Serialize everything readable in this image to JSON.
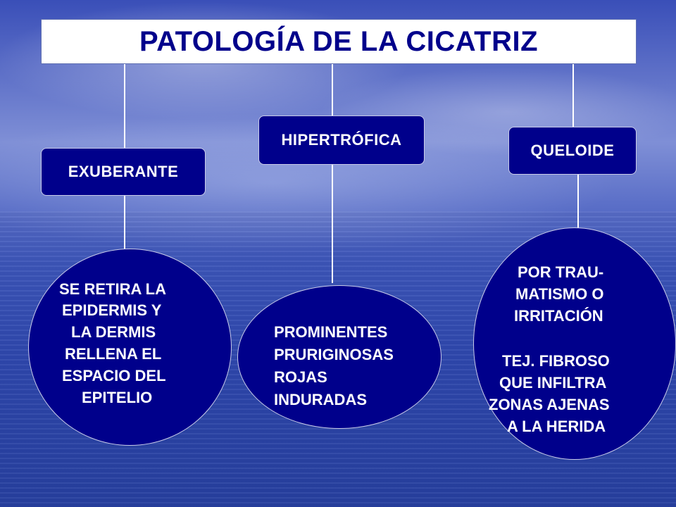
{
  "title": "PATOLOGÍA DE LA CICATRIZ",
  "branches": [
    {
      "label": "EXUBERANTE",
      "description": [
        "SE RETIRA LA",
        "EPIDERMIS Y",
        "LA DERMIS",
        "RELLENA EL",
        "ESPACIO DEL",
        "EPITELIO"
      ]
    },
    {
      "label": "HIPERTRÓFICA",
      "description": [
        "PROMINENTES",
        "PRURIGINOSAS",
        "ROJAS",
        "INDURADAS"
      ]
    },
    {
      "label": "QUELOIDE",
      "description": [
        "POR TRAU-",
        "MATISMO O",
        "IRRITACIÓN",
        "",
        "TEJ. FIBROSO",
        "QUE INFILTRA",
        "ZONAS AJENAS",
        "A LA HERIDA"
      ]
    }
  ],
  "colors": {
    "node_fill": "#00008b",
    "title_text": "#00008b",
    "connector": "#ffffff"
  }
}
